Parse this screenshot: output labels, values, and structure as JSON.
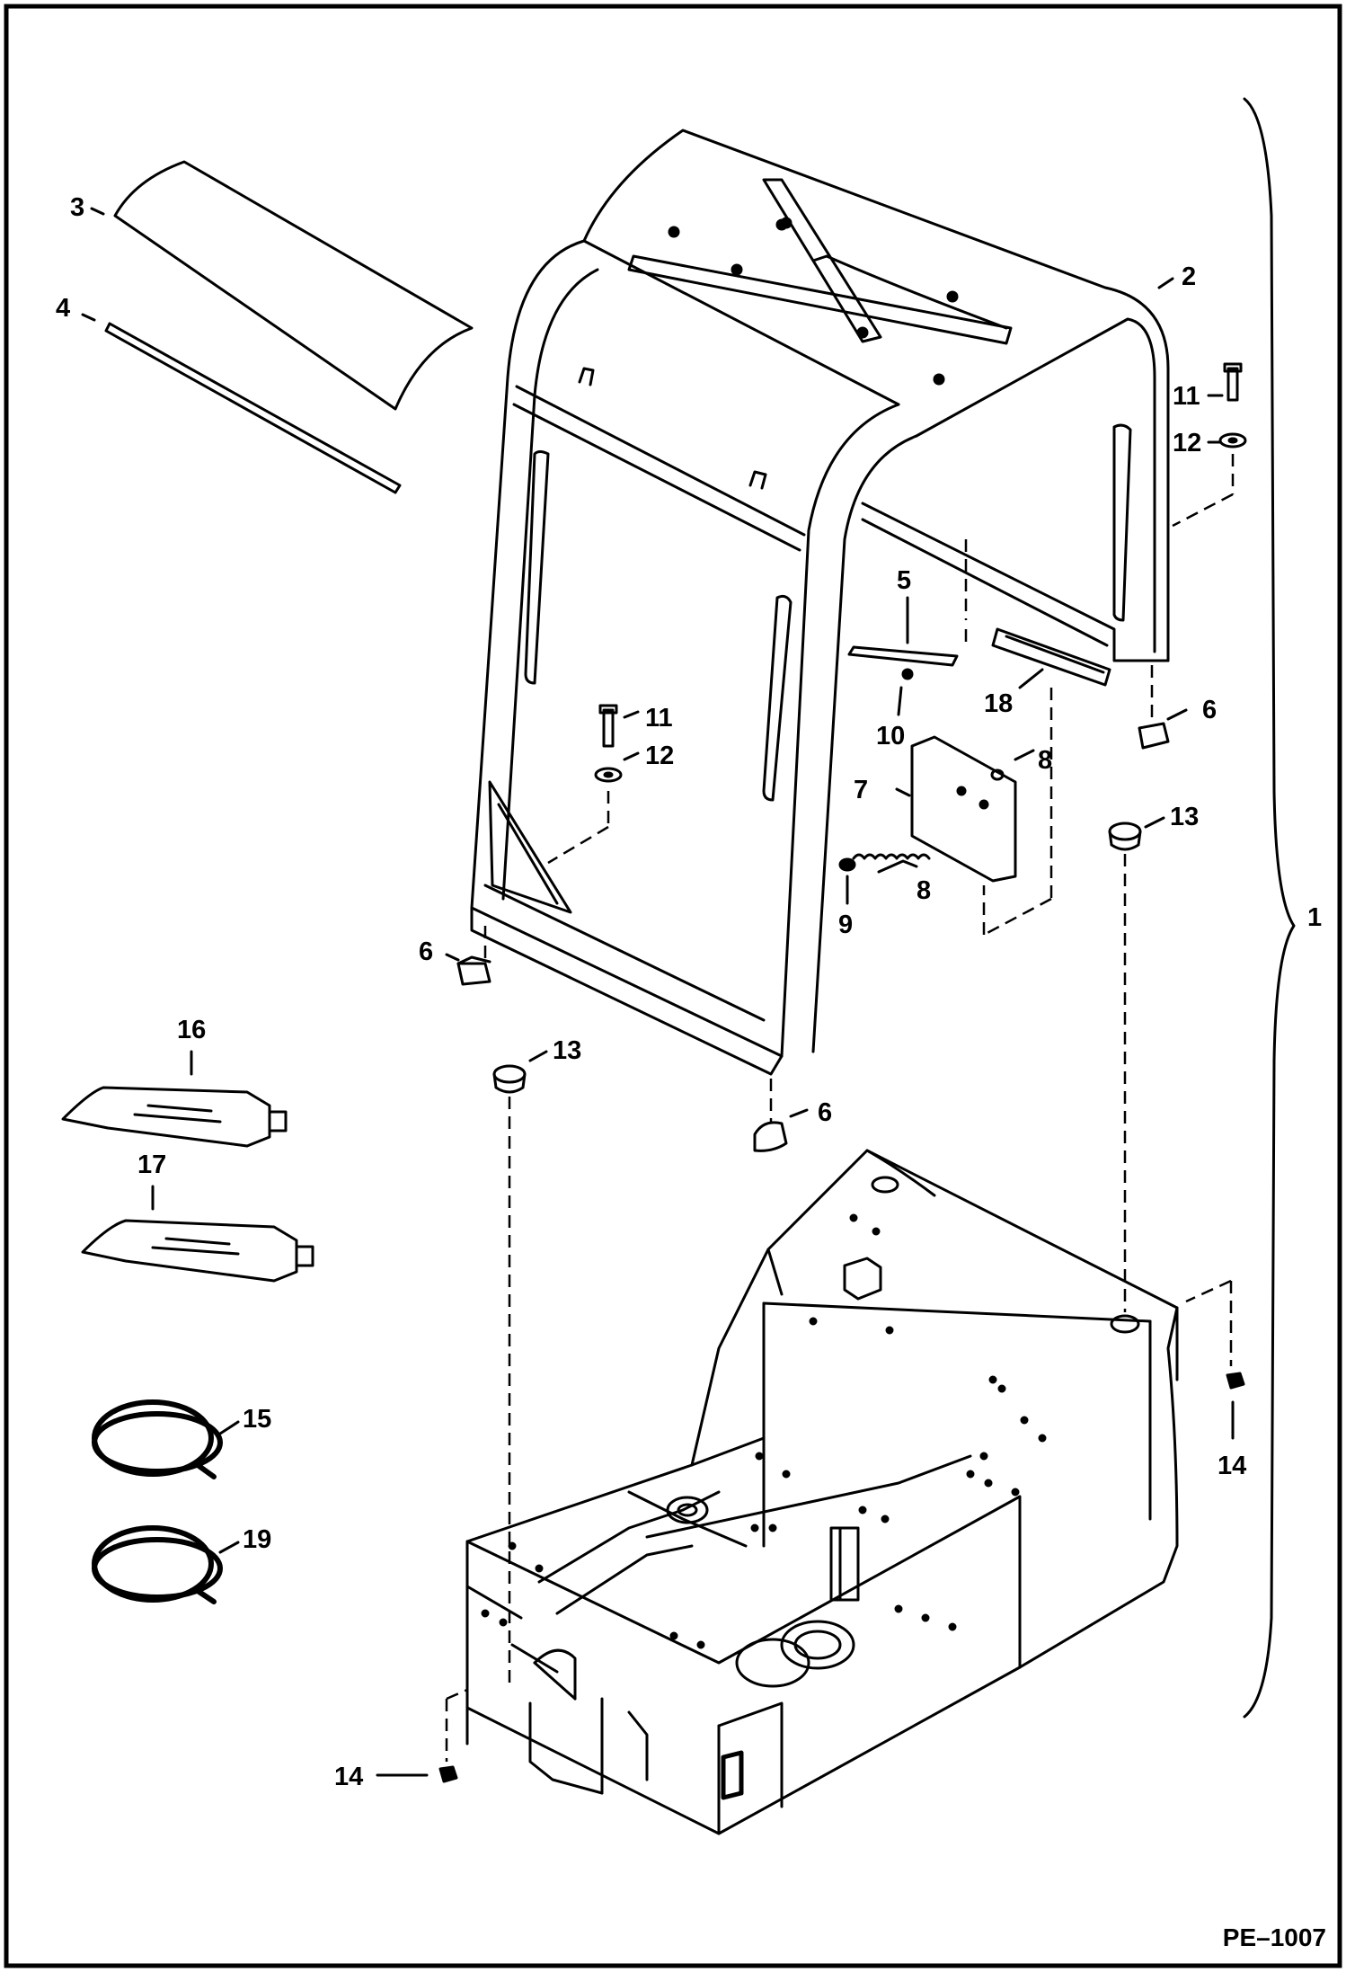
{
  "diagram": {
    "drawing_code": "PE–1007",
    "callouts": [
      {
        "id": "c1",
        "text": "1"
      },
      {
        "id": "c2",
        "text": "2"
      },
      {
        "id": "c3",
        "text": "3"
      },
      {
        "id": "c4",
        "text": "4"
      },
      {
        "id": "c5",
        "text": "5"
      },
      {
        "id": "c6a",
        "text": "6"
      },
      {
        "id": "c6b",
        "text": "6"
      },
      {
        "id": "c6c",
        "text": "6"
      },
      {
        "id": "c7",
        "text": "7"
      },
      {
        "id": "c8a",
        "text": "8"
      },
      {
        "id": "c8b",
        "text": "8"
      },
      {
        "id": "c9",
        "text": "9"
      },
      {
        "id": "c10",
        "text": "10"
      },
      {
        "id": "c11a",
        "text": "11"
      },
      {
        "id": "c11b",
        "text": "11"
      },
      {
        "id": "c12a",
        "text": "12"
      },
      {
        "id": "c12b",
        "text": "12"
      },
      {
        "id": "c13a",
        "text": "13"
      },
      {
        "id": "c13b",
        "text": "13"
      },
      {
        "id": "c14a",
        "text": "14"
      },
      {
        "id": "c14b",
        "text": "14"
      },
      {
        "id": "c15",
        "text": "15"
      },
      {
        "id": "c16",
        "text": "16"
      },
      {
        "id": "c17",
        "text": "17"
      },
      {
        "id": "c18",
        "text": "18"
      },
      {
        "id": "c19",
        "text": "19"
      }
    ]
  }
}
